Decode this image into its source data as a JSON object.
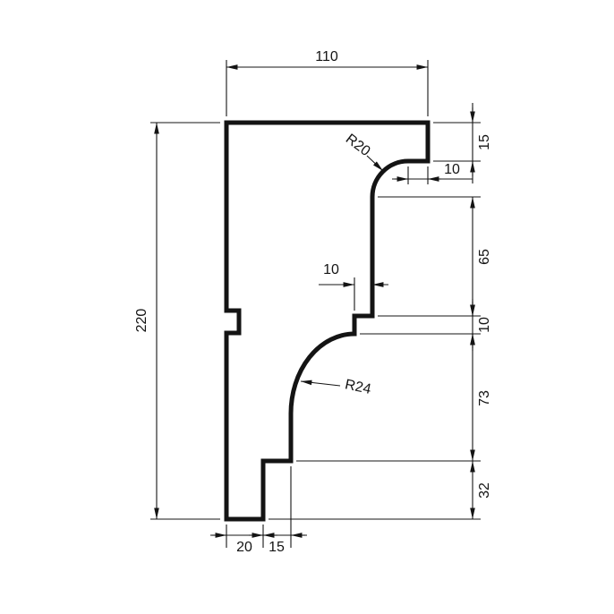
{
  "drawing": {
    "colors": {
      "line": "#141414",
      "background": "#ffffff"
    },
    "dims": {
      "top_width": "110",
      "overall_height": "220",
      "top_right_step": "15",
      "top_right_inset": "10",
      "right_upper": "65",
      "right_mid_step": "10",
      "mid_step_width": "10",
      "right_lower": "73",
      "right_bottom": "32",
      "bottom_left_width": "20",
      "bottom_right_width": "15",
      "radius_top": "R20",
      "radius_bottom": "R24"
    }
  }
}
